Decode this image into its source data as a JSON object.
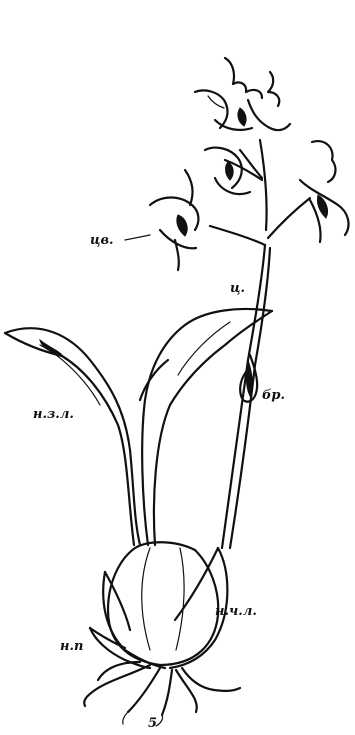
{
  "labels": {
    "flower": "цв.",
    "peduncle": "ц.",
    "bract": "бр.",
    "leaf": "н.з.л.",
    "scale_leaf": "н.ч.л.",
    "sheath": "н.п",
    "roots": "5"
  }
}
